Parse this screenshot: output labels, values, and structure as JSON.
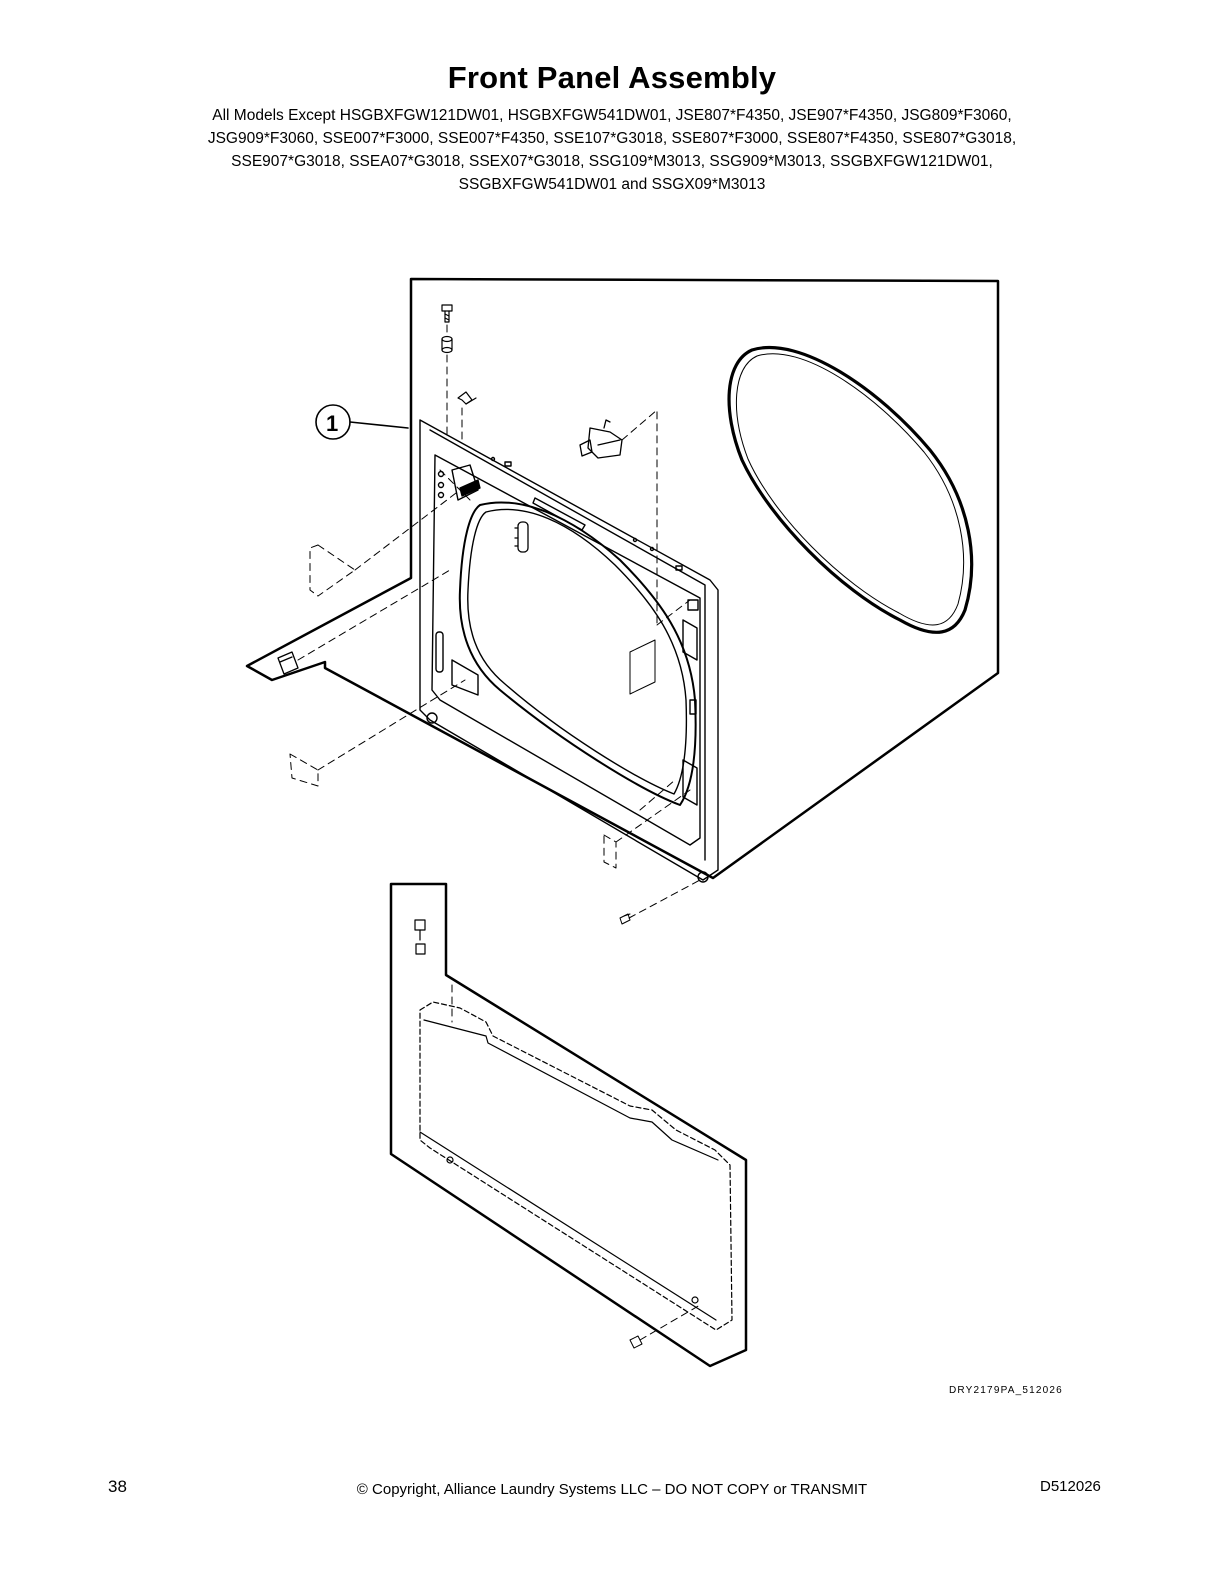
{
  "page": {
    "title": "Front Panel Assembly",
    "models_lines": [
      "All Models Except HSGBXFGW121DW01, HSGBXFGW541DW01, JSE807*F4350, JSE907*F4350, JSG809*F3060,",
      "JSG909*F3060, SSE007*F3000, SSE007*F4350, SSE107*G3018, SSE807*F3000, SSE807*F4350, SSE807*G3018,",
      "SSE907*G3018, SSEA07*G3018, SSEX07*G3018, SSG109*M3013, SSG909*M3013, SSGBXFGW121DW01,",
      "SSGBXFGW541DW01 and SSGX09*M3013"
    ],
    "figure_code": "DRY2179PA_512026",
    "page_number": "38",
    "copyright": "© Copyright, Alliance Laundry Systems LLC – DO NOT COPY or TRANSMIT",
    "document_number": "D512026"
  },
  "diagram": {
    "callouts": [
      {
        "label": "1",
        "target": "front-panel-assembly"
      }
    ],
    "parts": [
      "screw",
      "spacer",
      "clip",
      "door-switch",
      "door-seal",
      "door-strike",
      "hinge-bracket",
      "tape-pad",
      "lower-panel",
      "panel-screw"
    ]
  }
}
